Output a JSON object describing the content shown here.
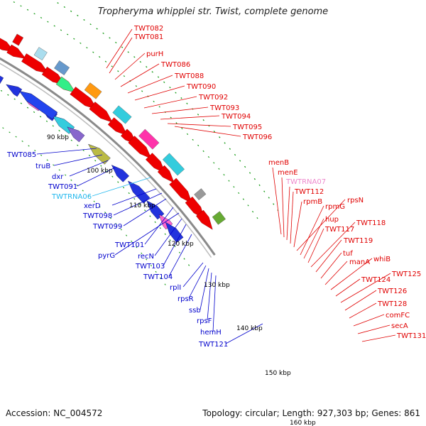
{
  "title": "Tropheryma whipplei str. Twist, complete genome",
  "accession_text": "Accession: NC_004572",
  "summary_text": "Topology: circular; Length: 927,303 bp; Genes: 861",
  "colors": {
    "forward_label": "#e00000",
    "reverse_label": "#0000cc",
    "rna_label_rev": "#22b8ee",
    "rna_label_fwd": "#ee88cc",
    "backbone": "#9a9a9a",
    "gc_dots": "#119911"
  },
  "kbp_ticks": [
    "90 kbp",
    "100 kbp",
    "110 kbp",
    "120 kbp",
    "130 kbp",
    "140 kbp",
    "150 kbp",
    "160 kbp"
  ],
  "forward_labels": [
    "TWT082",
    "TWT081",
    "purH",
    "TWT086",
    "TWT088",
    "TWT090",
    "TWT092",
    "TWT093",
    "TWT094",
    "TWT095",
    "TWT096",
    "menB",
    "menE",
    "TWTRNA07",
    "TWT112",
    "rpmB",
    "rpsN",
    "rpmG",
    "hup",
    "TWT117",
    "TWT118",
    "TWT119",
    "tuf",
    "manA",
    "whiB",
    "TWT124",
    "TWT125",
    "TWT126",
    "TWT128",
    "comFC",
    "secA",
    "TWT131"
  ],
  "reverse_labels": [
    "TWT085",
    "truB",
    "dxr",
    "TWT091",
    "TWTRNA06",
    "xerD",
    "TWT098",
    "TWT099",
    "TWT101",
    "pyrG",
    "recN",
    "TWT103",
    "TWT104",
    "rplI",
    "rpsR",
    "ssb",
    "rpsF",
    "hemH",
    "TWT121"
  ]
}
